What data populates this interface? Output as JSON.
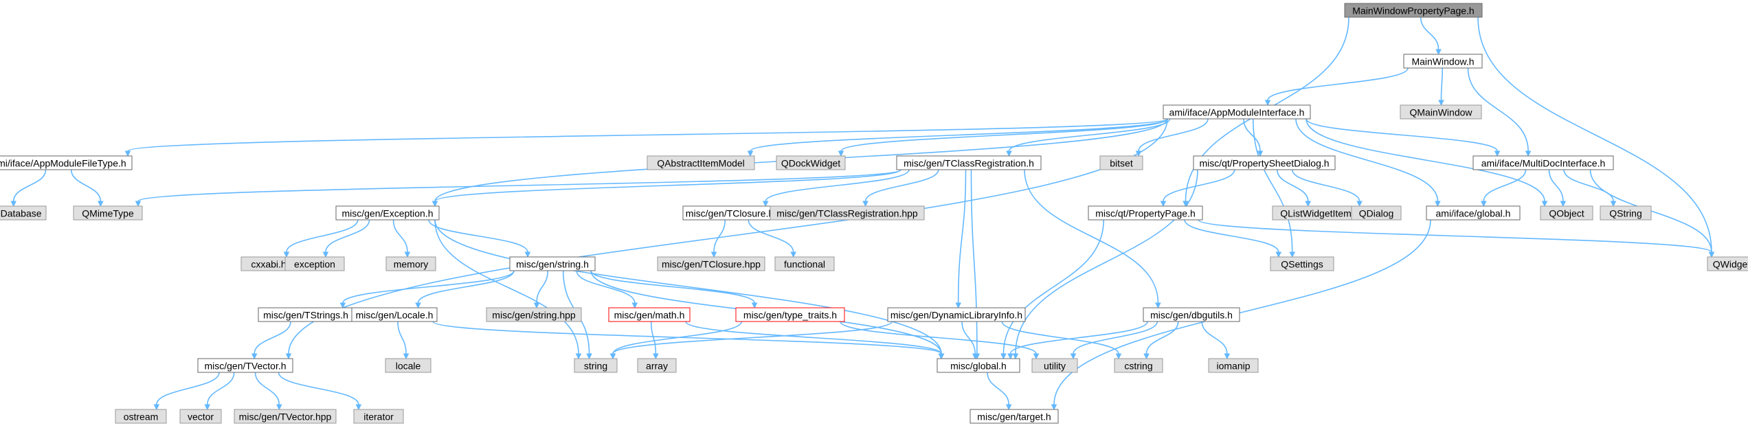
{
  "nodes": [
    {
      "id": "root",
      "label": "MainWindowPropertyPage.h",
      "kind": "root"
    },
    {
      "id": "mw",
      "label": "MainWindow.h",
      "kind": "doc"
    },
    {
      "id": "qmw",
      "label": "QMainWindow",
      "kind": "ext"
    },
    {
      "id": "ami",
      "label": "ami/iface/AppModuleInterface.h",
      "kind": "doc"
    },
    {
      "id": "amft",
      "label": "ami/iface/AppModuleFileType.h",
      "kind": "doc"
    },
    {
      "id": "qaim",
      "label": "QAbstractItemModel",
      "kind": "ext"
    },
    {
      "id": "qdw",
      "label": "QDockWidget",
      "kind": "ext"
    },
    {
      "id": "tcr",
      "label": "misc/gen/TClassRegistration.h",
      "kind": "doc"
    },
    {
      "id": "bitset",
      "label": "bitset",
      "kind": "ext"
    },
    {
      "id": "psd",
      "label": "misc/qt/PropertySheetDialog.h",
      "kind": "doc"
    },
    {
      "id": "mdi",
      "label": "ami/iface/MultiDocInterface.h",
      "kind": "doc"
    },
    {
      "id": "qmdb",
      "label": "QMimeDatabase",
      "kind": "ext"
    },
    {
      "id": "qmt",
      "label": "QMimeType",
      "kind": "ext"
    },
    {
      "id": "exc",
      "label": "misc/gen/Exception.h",
      "kind": "doc"
    },
    {
      "id": "tcl",
      "label": "misc/gen/TClosure.h",
      "kind": "doc"
    },
    {
      "id": "tcrhpp",
      "label": "misc/gen/TClassRegistration.hpp",
      "kind": "ext"
    },
    {
      "id": "pp",
      "label": "misc/qt/PropertyPage.h",
      "kind": "doc"
    },
    {
      "id": "qlwi",
      "label": "QListWidgetItem",
      "kind": "ext"
    },
    {
      "id": "qdlg",
      "label": "QDialog",
      "kind": "ext"
    },
    {
      "id": "aglobal",
      "label": "ami/iface/global.h",
      "kind": "doc"
    },
    {
      "id": "qobj",
      "label": "QObject",
      "kind": "ext"
    },
    {
      "id": "qstr",
      "label": "QString",
      "kind": "ext"
    },
    {
      "id": "qwid",
      "label": "QWidget",
      "kind": "ext"
    },
    {
      "id": "cxxabi",
      "label": "cxxabi.h",
      "kind": "ext"
    },
    {
      "id": "except",
      "label": "exception",
      "kind": "ext"
    },
    {
      "id": "memory",
      "label": "memory",
      "kind": "ext"
    },
    {
      "id": "gstr",
      "label": "misc/gen/string.h",
      "kind": "doc"
    },
    {
      "id": "tclhpp",
      "label": "misc/gen/TClosure.hpp",
      "kind": "ext"
    },
    {
      "id": "func",
      "label": "functional",
      "kind": "ext"
    },
    {
      "id": "qset",
      "label": "QSettings",
      "kind": "ext"
    },
    {
      "id": "tstr",
      "label": "misc/gen/TStrings.h",
      "kind": "doc"
    },
    {
      "id": "loc",
      "label": "misc/gen/Locale.h",
      "kind": "doc"
    },
    {
      "id": "strhpp",
      "label": "misc/gen/string.hpp",
      "kind": "ext"
    },
    {
      "id": "math",
      "label": "misc/gen/math.h",
      "kind": "missing"
    },
    {
      "id": "tt",
      "label": "misc/gen/type_traits.h",
      "kind": "missing"
    },
    {
      "id": "dli",
      "label": "misc/gen/DynamicLibraryInfo.h",
      "kind": "doc"
    },
    {
      "id": "dbg",
      "label": "misc/gen/dbgutils.h",
      "kind": "doc"
    },
    {
      "id": "tvec",
      "label": "misc/gen/TVector.h",
      "kind": "doc"
    },
    {
      "id": "locale",
      "label": "locale",
      "kind": "ext"
    },
    {
      "id": "string",
      "label": "string",
      "kind": "ext"
    },
    {
      "id": "array",
      "label": "array",
      "kind": "ext"
    },
    {
      "id": "mglobal",
      "label": "misc/global.h",
      "kind": "doc"
    },
    {
      "id": "utility",
      "label": "utility",
      "kind": "ext"
    },
    {
      "id": "cstring",
      "label": "cstring",
      "kind": "ext"
    },
    {
      "id": "iomanip",
      "label": "iomanip",
      "kind": "ext"
    },
    {
      "id": "ostream",
      "label": "ostream",
      "kind": "ext"
    },
    {
      "id": "vector",
      "label": "vector",
      "kind": "ext"
    },
    {
      "id": "tvechpp",
      "label": "misc/gen/TVector.hpp",
      "kind": "ext"
    },
    {
      "id": "iterator",
      "label": "iterator",
      "kind": "ext"
    },
    {
      "id": "target",
      "label": "misc/gen/target.h",
      "kind": "doc"
    }
  ],
  "edges": [
    [
      "root",
      "mw"
    ],
    [
      "root",
      "pp"
    ],
    [
      "root",
      "qwid"
    ],
    [
      "mw",
      "ami"
    ],
    [
      "mw",
      "qmw"
    ],
    [
      "mw",
      "mdi"
    ],
    [
      "ami",
      "amft"
    ],
    [
      "ami",
      "qaim"
    ],
    [
      "ami",
      "qdw"
    ],
    [
      "ami",
      "tcr"
    ],
    [
      "ami",
      "bitset"
    ],
    [
      "ami",
      "psd"
    ],
    [
      "ami",
      "mdi"
    ],
    [
      "ami",
      "aglobal"
    ],
    [
      "ami",
      "qobj"
    ],
    [
      "ami",
      "qset"
    ],
    [
      "ami",
      "exc"
    ],
    [
      "ami",
      "tvec"
    ],
    [
      "amft",
      "qmdb"
    ],
    [
      "amft",
      "qmt"
    ],
    [
      "tcr",
      "qmt"
    ],
    [
      "tcr",
      "exc"
    ],
    [
      "tcr",
      "tcl"
    ],
    [
      "tcr",
      "tcrhpp"
    ],
    [
      "tcr",
      "dli"
    ],
    [
      "tcr",
      "dbg"
    ],
    [
      "tcr",
      "mglobal"
    ],
    [
      "psd",
      "pp"
    ],
    [
      "psd",
      "qlwi"
    ],
    [
      "psd",
      "qdlg"
    ],
    [
      "psd",
      "mglobal"
    ],
    [
      "mdi",
      "aglobal"
    ],
    [
      "mdi",
      "qobj"
    ],
    [
      "mdi",
      "qstr"
    ],
    [
      "mdi",
      "qwid"
    ],
    [
      "exc",
      "cxxabi"
    ],
    [
      "exc",
      "except"
    ],
    [
      "exc",
      "memory"
    ],
    [
      "exc",
      "gstr"
    ],
    [
      "exc",
      "string"
    ],
    [
      "exc",
      "mglobal"
    ],
    [
      "tcl",
      "tclhpp"
    ],
    [
      "tcl",
      "func"
    ],
    [
      "pp",
      "qset"
    ],
    [
      "pp",
      "qwid"
    ],
    [
      "pp",
      "mglobal"
    ],
    [
      "aglobal",
      "target"
    ],
    [
      "gstr",
      "tstr"
    ],
    [
      "gstr",
      "loc"
    ],
    [
      "gstr",
      "strhpp"
    ],
    [
      "gstr",
      "math"
    ],
    [
      "gstr",
      "tt"
    ],
    [
      "gstr",
      "string"
    ],
    [
      "gstr",
      "mglobal"
    ],
    [
      "tstr",
      "tvec"
    ],
    [
      "loc",
      "locale"
    ],
    [
      "loc",
      "mglobal"
    ],
    [
      "math",
      "array"
    ],
    [
      "math",
      "mglobal"
    ],
    [
      "tt",
      "string"
    ],
    [
      "tt",
      "utility"
    ],
    [
      "dli",
      "string"
    ],
    [
      "dli",
      "mglobal"
    ],
    [
      "dli",
      "cstring"
    ],
    [
      "dbg",
      "mglobal"
    ],
    [
      "dbg",
      "utility"
    ],
    [
      "dbg",
      "cstring"
    ],
    [
      "dbg",
      "iomanip"
    ],
    [
      "tvec",
      "ostream"
    ],
    [
      "tvec",
      "vector"
    ],
    [
      "tvec",
      "tvechpp"
    ],
    [
      "tvec",
      "iterator"
    ],
    [
      "mglobal",
      "target"
    ]
  ],
  "colors": {
    "edge": "#63b8ff",
    "root_fill": "#999999",
    "doc_fill": "#ffffff",
    "ext_fill": "#e0e0e0",
    "border": "#999999",
    "doc_border": "#666666",
    "missing_border": "#ff0000",
    "text": "#000000"
  }
}
